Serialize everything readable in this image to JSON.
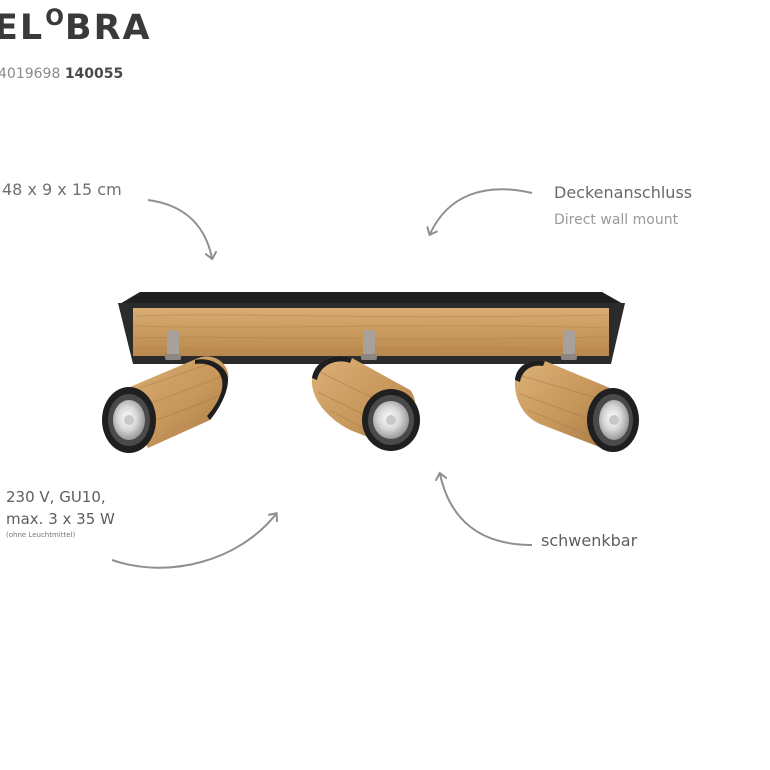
{
  "brand": {
    "name_start": "EL",
    "name_o": "O",
    "name_end": "BRA"
  },
  "article": {
    "ean": "4019698",
    "number": "140055"
  },
  "annotations": {
    "dimensions": "48 x 9 x 15 cm",
    "ceiling_title": "Deckenanschluss",
    "ceiling_sub": "Direct wall mount",
    "power_line1": "230 V, GU10,",
    "power_line2": "max.  3 x 35 W",
    "power_note": "(ohne Leuchtmittel)",
    "swivel": "schwenkbar"
  },
  "colors": {
    "wood": "#c99a5e",
    "wood_dark": "#a97b45",
    "frame": "#2b2b2b",
    "arrow": "#8f8f8f",
    "text": "#6e6e6e"
  }
}
